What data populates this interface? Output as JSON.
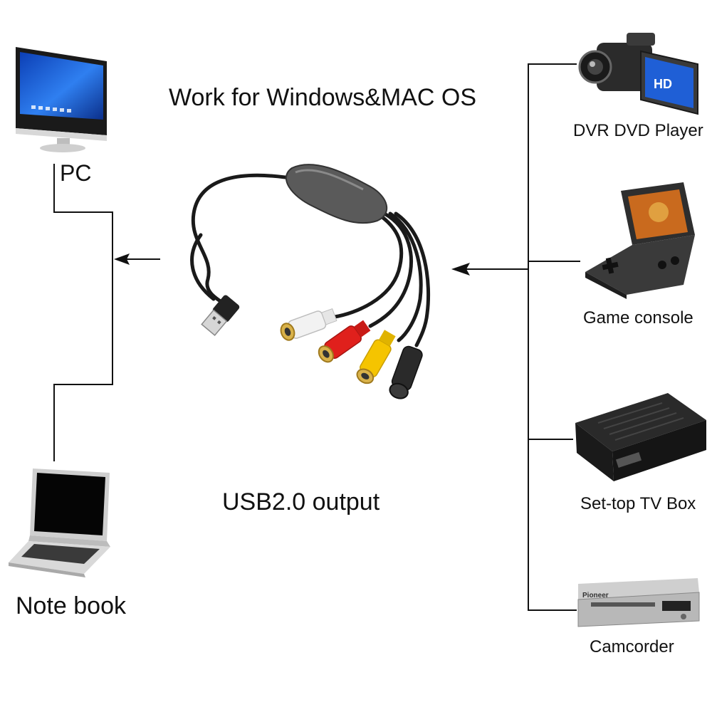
{
  "diagram": {
    "title": "Work for Windows&MAC OS",
    "output_label": "USB2.0 output",
    "left_devices": [
      {
        "label": "PC",
        "icon": "desktop-monitor-icon"
      },
      {
        "label": "Note book",
        "icon": "laptop-icon"
      }
    ],
    "right_devices": [
      {
        "label": "DVR DVD Player",
        "icon": "video-camera-icon"
      },
      {
        "label": "Game console",
        "icon": "handheld-console-icon"
      },
      {
        "label": "Set-top TV Box",
        "icon": "set-top-box-icon"
      },
      {
        "label": "Camcorder",
        "icon": "dvd-player-icon"
      }
    ],
    "device_text": {
      "hd_badge": "HD",
      "brand": "Pioneer"
    },
    "colors": {
      "line": "#111111",
      "cable": "#1a1a1a",
      "rca_white": "#f2f2f2",
      "rca_red": "#e0201c",
      "rca_yellow": "#f5c400",
      "svideo": "#2a2a2a",
      "screen_blue": "#1f5fd6"
    }
  }
}
